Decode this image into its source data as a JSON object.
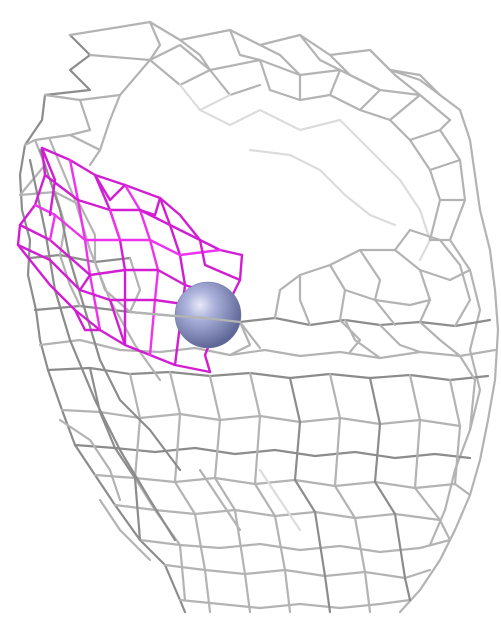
{
  "scene": {
    "background_color": "#ffffff",
    "meshes": [
      {
        "name": "grey-wireframe-cage",
        "color": "#b3b3b3"
      },
      {
        "name": "magenta-wireframe-cage",
        "color": "#d21ed2"
      }
    ],
    "sphere": {
      "name": "ion-sphere",
      "color": "#8f97c8"
    }
  }
}
